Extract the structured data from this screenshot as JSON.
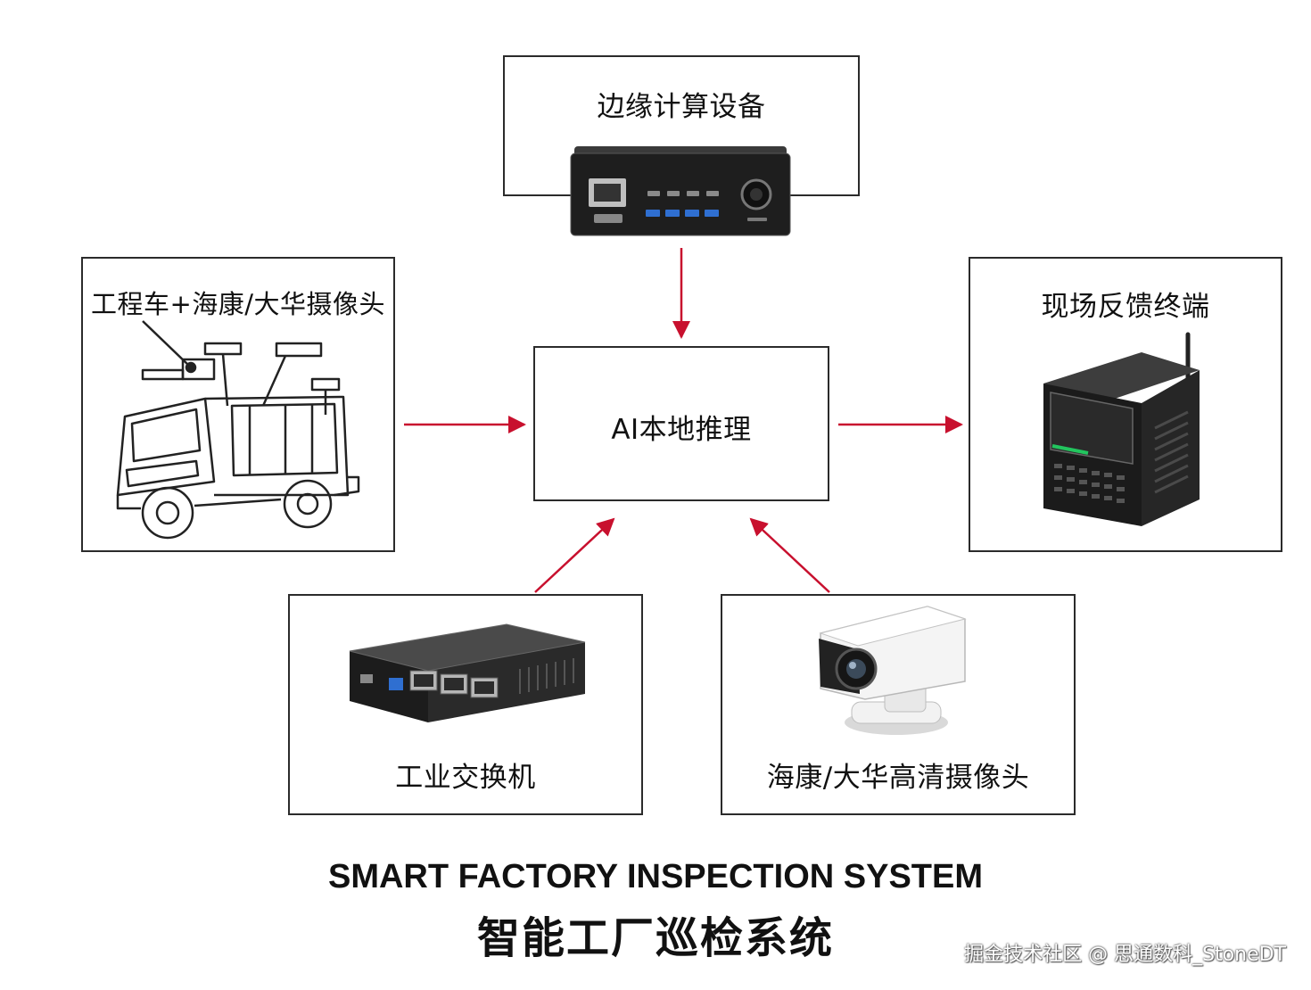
{
  "nodes": {
    "edge": {
      "label": "边缘计算设备",
      "icon": "edge-computing-box-icon"
    },
    "truck": {
      "label": "工程车+海康/大华摄像头",
      "icon": "engineering-truck-icon"
    },
    "ai": {
      "label": "AI本地推理"
    },
    "feedback": {
      "label": "现场反馈终端",
      "icon": "feedback-terminal-icon"
    },
    "switch": {
      "label": "工业交换机",
      "icon": "industrial-switch-icon"
    },
    "camera": {
      "label": "海康/大华高清摄像头",
      "icon": "hd-camera-icon"
    }
  },
  "edges": [
    {
      "from": "edge",
      "to": "ai"
    },
    {
      "from": "truck",
      "to": "ai"
    },
    {
      "from": "ai",
      "to": "feedback"
    },
    {
      "from": "switch",
      "to": "ai"
    },
    {
      "from": "camera",
      "to": "ai"
    }
  ],
  "title": {
    "en": "SMART FACTORY INSPECTION SYSTEM",
    "zh": "智能工厂巡检系统"
  },
  "watermark": "掘金技术社区 @ 思通数科_StoneDT",
  "colors": {
    "arrow": "#c8102e",
    "border": "#2b2b2b"
  }
}
